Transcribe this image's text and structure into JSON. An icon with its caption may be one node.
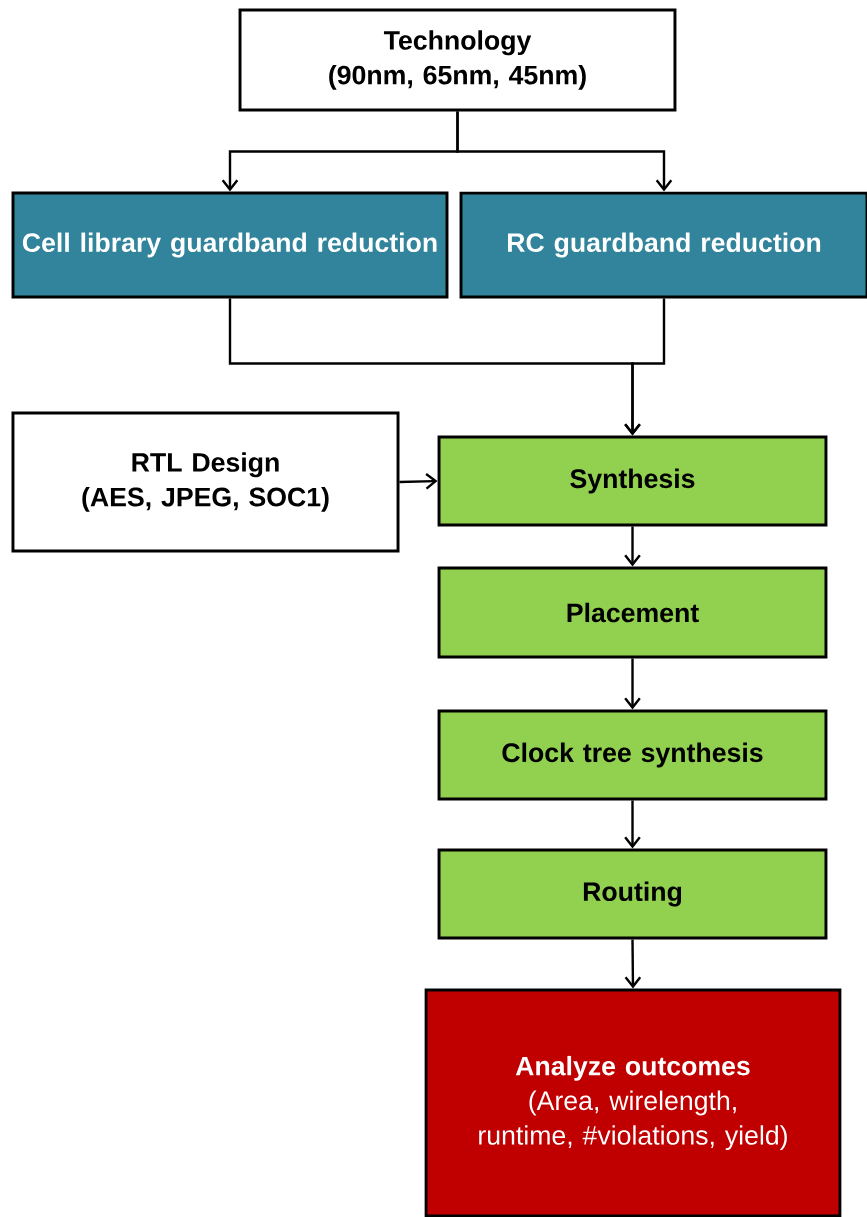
{
  "diagram": {
    "nodes": [
      {
        "text": [
          "Technology",
          "(90nm, 65nm, 45nm)"
        ]
      },
      {
        "text": [
          "Cell library guardband reduction"
        ]
      },
      {
        "text": [
          "RC guardband reduction"
        ]
      },
      {
        "text": [
          "RTL Design",
          "(AES, JPEG, SOC1)"
        ]
      },
      {
        "text": [
          "Synthesis"
        ]
      },
      {
        "text": [
          "Placement"
        ]
      },
      {
        "text": [
          "Clock tree synthesis"
        ]
      },
      {
        "text": [
          "Routing"
        ]
      },
      {
        "text": [
          "Analyze outcomes",
          "(Area, wirelength, runtime, #violations, yield)"
        ]
      }
    ],
    "edges": [
      {
        "from": 0,
        "to": 1,
        "arrow": "to"
      },
      {
        "from": 0,
        "to": 2,
        "arrow": "to"
      },
      {
        "from": 1,
        "to": 4,
        "arrow": "to"
      },
      {
        "from": 2,
        "to": 4,
        "arrow": "to"
      },
      {
        "from": 3,
        "to": 4,
        "arrow": "to"
      },
      {
        "from": 4,
        "to": 5,
        "arrow": "to"
      },
      {
        "from": 5,
        "to": 6,
        "arrow": "to"
      },
      {
        "from": 6,
        "to": 7,
        "arrow": "to"
      },
      {
        "from": 7,
        "to": 8,
        "arrow": "to"
      }
    ]
  }
}
